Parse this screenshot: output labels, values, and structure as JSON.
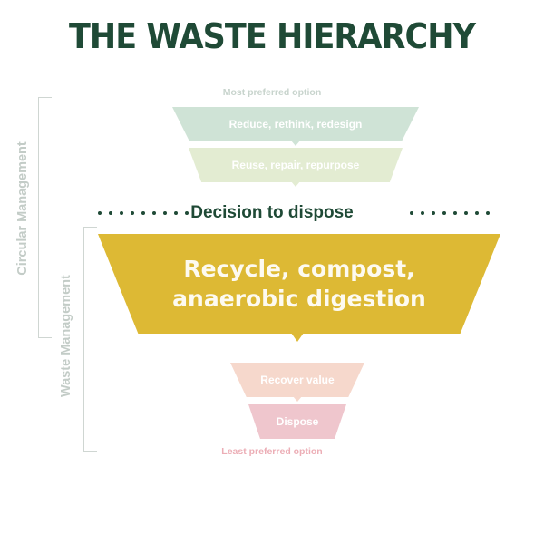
{
  "title": "THE WASTE HIERARCHY",
  "most_preferred": "Most preferred option",
  "least_preferred": "Least preferred option",
  "decision_label": "Decision to dispose",
  "side_labels": {
    "circular": "Circular Management",
    "waste": "Waste Management"
  },
  "tiers": [
    {
      "label": "Reduce, rethink, redesign",
      "color": "#cfe3d6"
    },
    {
      "label": "Reuse, repair, repurpose",
      "color": "#e3ecd2"
    },
    {
      "label_line1": "Recycle, compost,",
      "label_line2": "anaerobic digestion",
      "color": "#ddb934"
    },
    {
      "label": "Recover value",
      "color": "#f6d8cc"
    },
    {
      "label": "Dispose",
      "color": "#efc6cd"
    }
  ],
  "colors": {
    "title": "#1f4a36",
    "decision": "#1f4a36",
    "side_label": "#c3ccc7",
    "least_preferred": "#ecaeb6"
  }
}
